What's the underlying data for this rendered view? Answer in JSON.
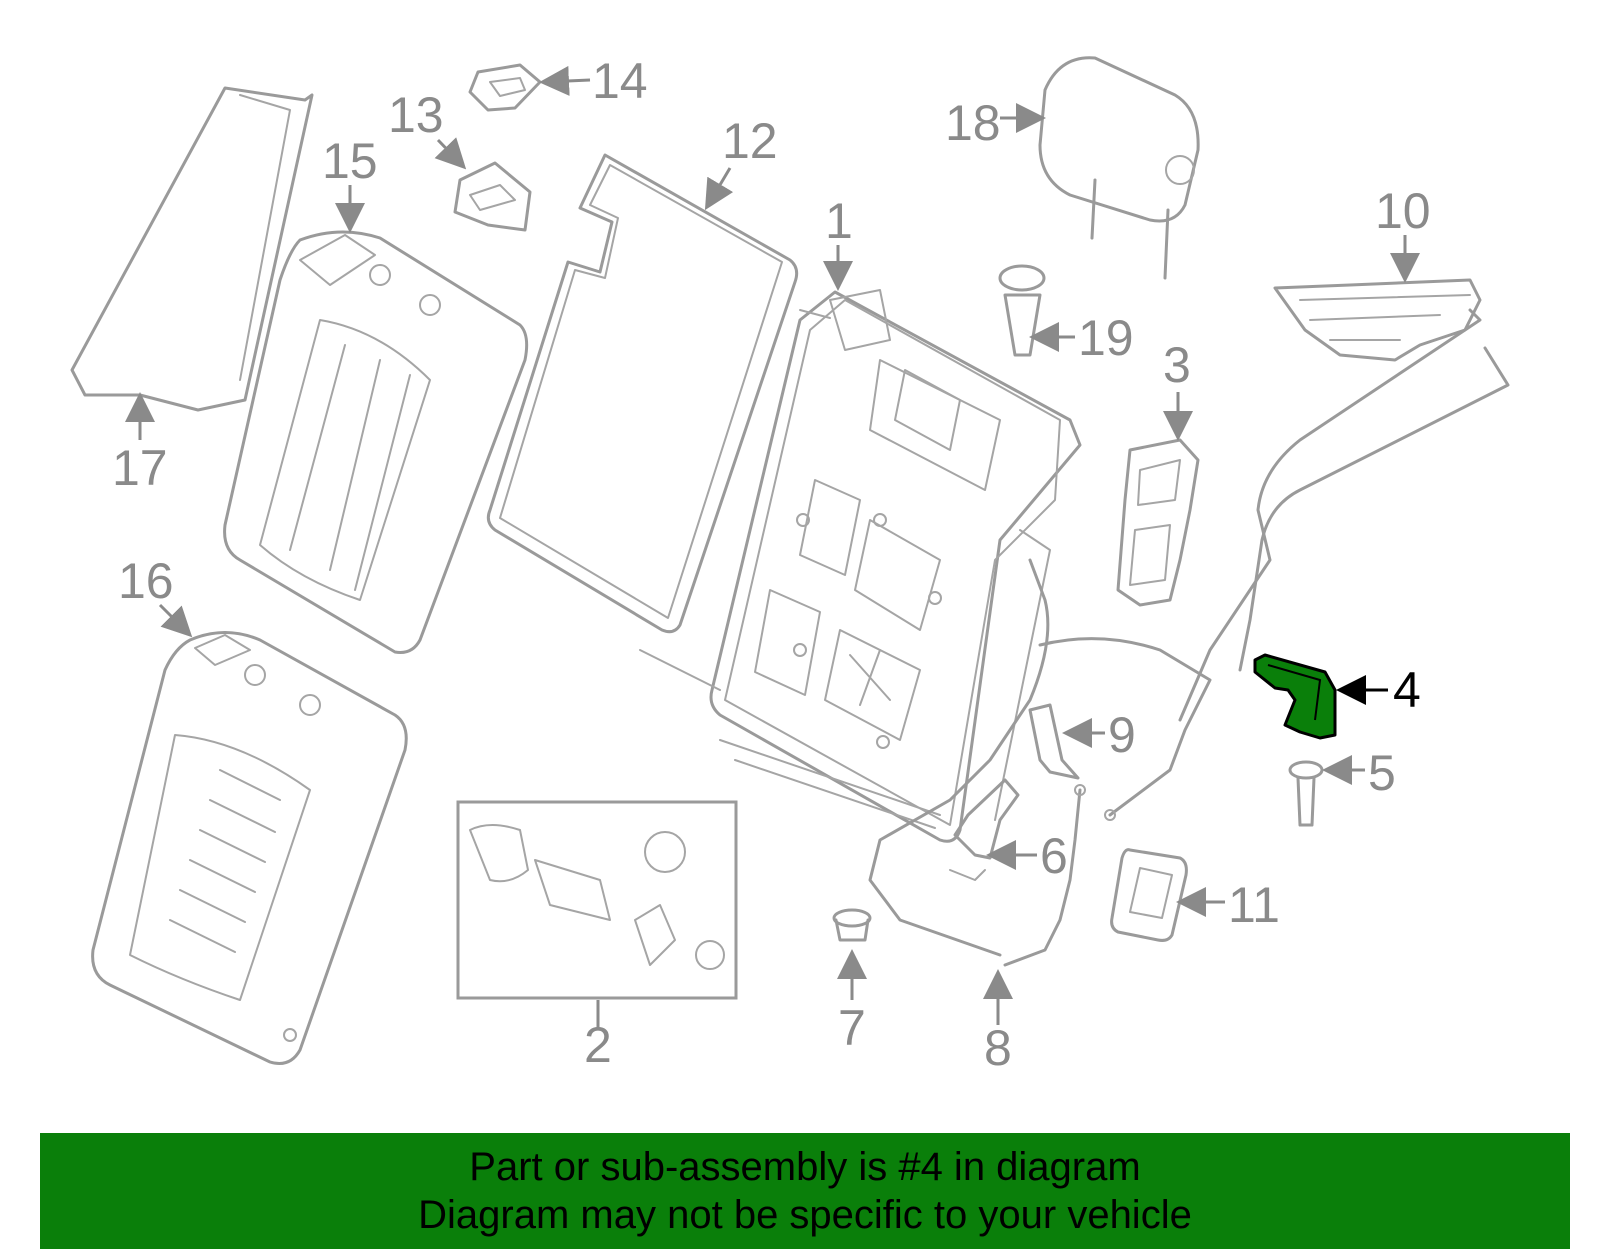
{
  "diagram": {
    "callouts": [
      "1",
      "2",
      "3",
      "4",
      "5",
      "6",
      "7",
      "8",
      "9",
      "10",
      "11",
      "12",
      "13",
      "14",
      "15",
      "16",
      "17",
      "18",
      "19"
    ],
    "highlight_part": "4",
    "highlight_color": "#0a7f0a",
    "line_color": "#9a9a9a"
  },
  "banner": {
    "line1": "Part or sub-assembly is #4 in diagram",
    "line2": "Diagram may not be specific to your vehicle",
    "color": "#0a7f0a"
  }
}
